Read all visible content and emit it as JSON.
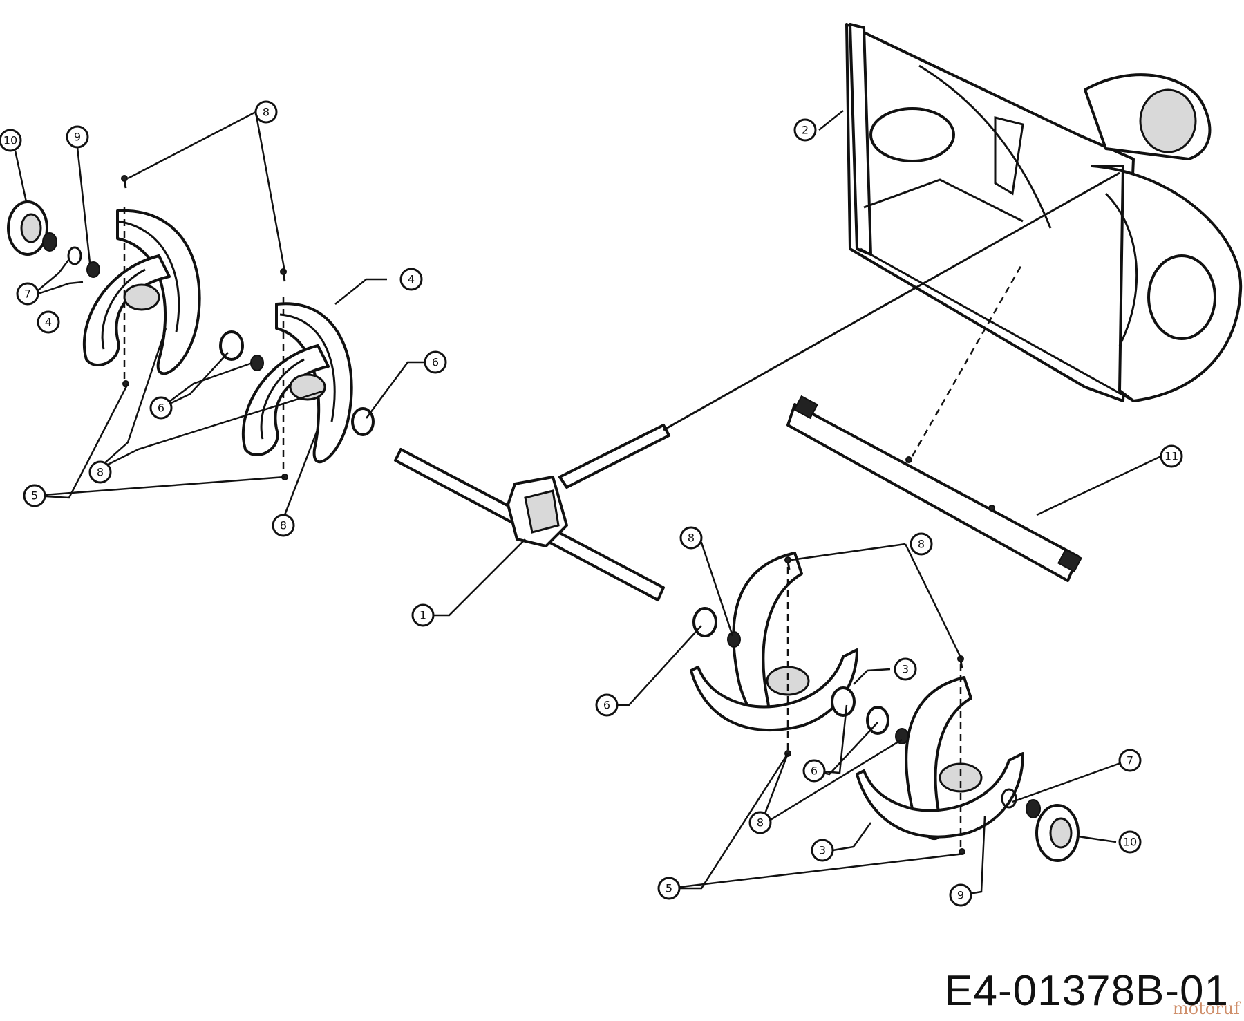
{
  "drawing_code": "E4-01378B-01",
  "watermark": "motoruf",
  "callouts": {
    "c1": "1",
    "c2": "2",
    "c3a": "3",
    "c3b": "3",
    "c4a": "4",
    "c4b": "4",
    "c5a": "5",
    "c5b": "5",
    "c6a": "6",
    "c6b": "6",
    "c6c": "6",
    "c6d": "6",
    "c7a": "7",
    "c7b": "7",
    "c8a": "8",
    "c8b": "8",
    "c8c": "8",
    "c8d": "8",
    "c8e": "8",
    "c8f": "8",
    "c9a": "9",
    "c9b": "9",
    "c10a": "10",
    "c10b": "10",
    "c11": "11"
  }
}
